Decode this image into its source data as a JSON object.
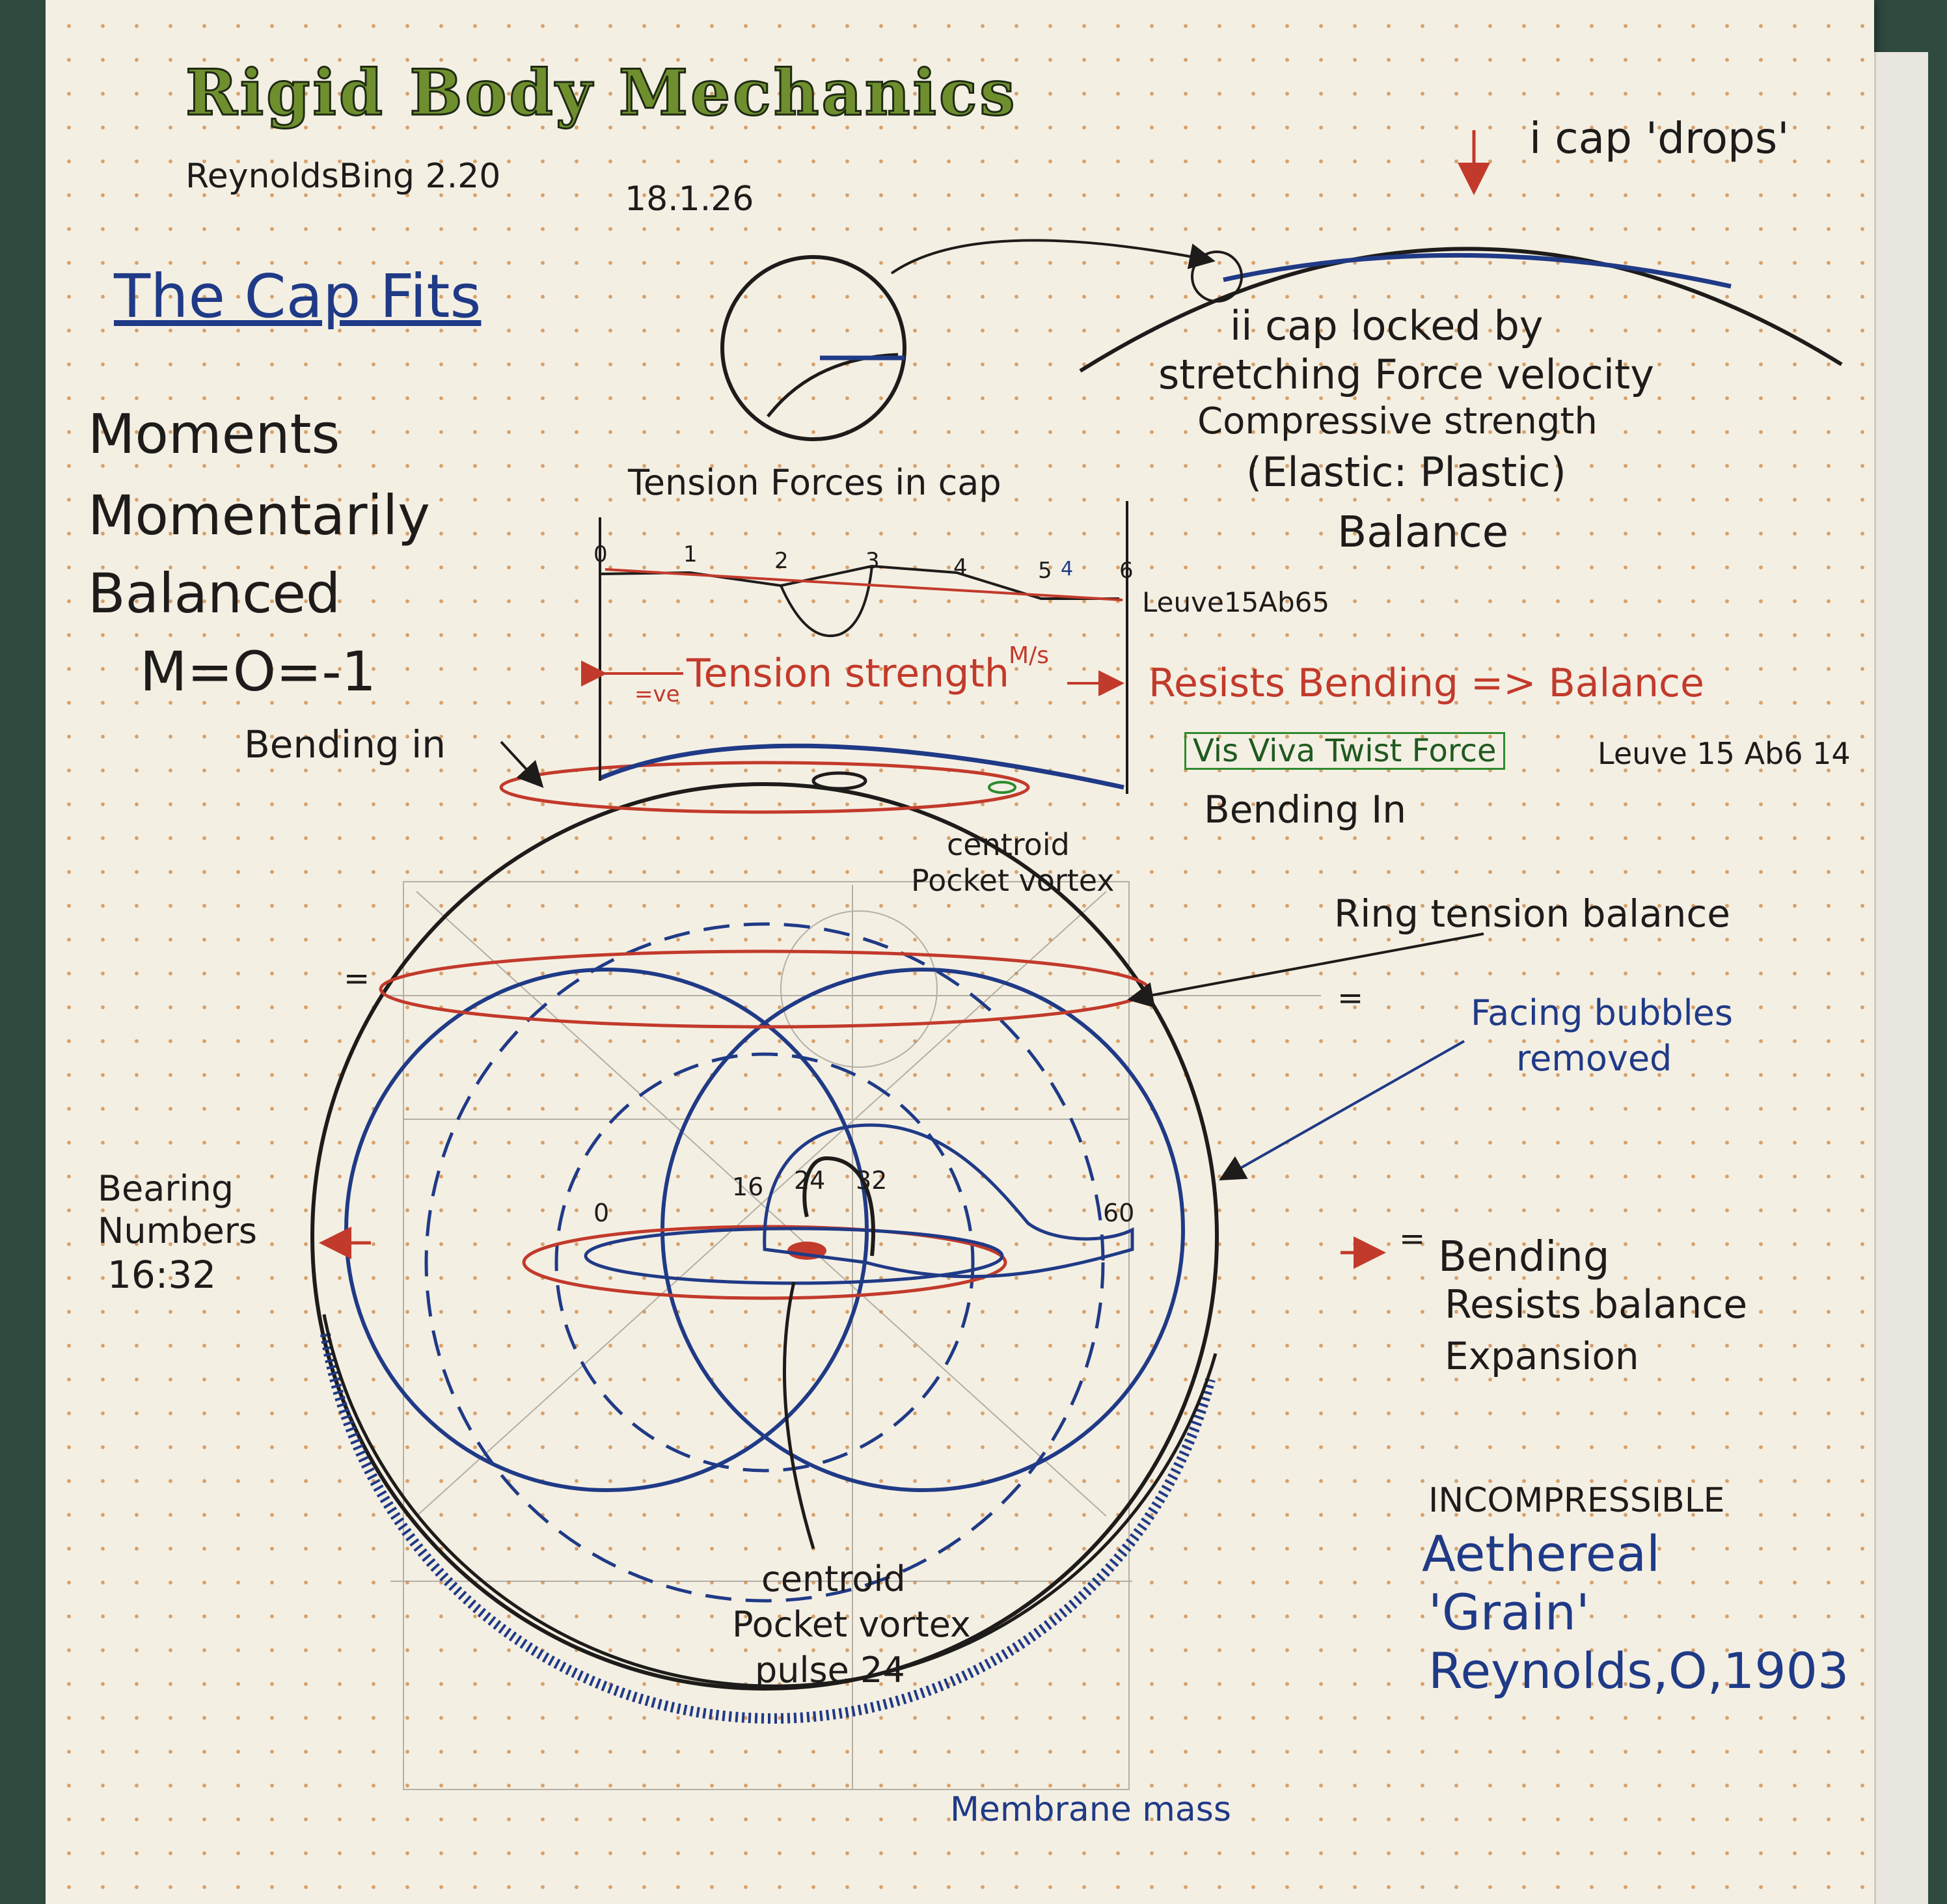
{
  "header": {
    "title": "Rigid Body Mechanics",
    "author": "ReynoldsBing 2.20",
    "date": "18.1.26",
    "subtitle": "The Cap Fits"
  },
  "left_notes": {
    "line1": "Moments",
    "line2": "Momentarily",
    "line3": "Balanced",
    "equation": "M=O=-1",
    "bending_in": "Bending in",
    "bearing1": "Bearing",
    "bearing2": "Numbers",
    "bearing3": "16:32"
  },
  "cap_notes": {
    "i_cap": "i cap 'drops'",
    "ii_line1": "ii cap locked by",
    "ii_line2": "stretching Force velocity",
    "ii_line3": "Compressive strength",
    "ii_line4": "(Elastic: Plastic)",
    "ii_line5": "Balance"
  },
  "tension": {
    "heading": "Tension Forces in cap",
    "ticks": [
      "0",
      "1",
      "2",
      "3",
      "4",
      "5",
      "6"
    ],
    "tick5_mark": "4",
    "leuve": "Leuve15Ab65",
    "ve_mark": "=ve",
    "strength": "Tension strength",
    "ms": "M/s",
    "resists": "Resists Bending => Balance"
  },
  "vis_viva": {
    "label": "Vis Viva Twist Force",
    "leuve": "Leuve 15 Ab6 14"
  },
  "centroid_top": {
    "line1": "centroid",
    "line2": "Pocket vortex"
  },
  "right_notes": {
    "bending_in": "Bending In",
    "ring": "Ring tension balance",
    "facing1": "Facing bubbles",
    "facing2": "removed",
    "bending": "Bending",
    "resists": "Resists balance",
    "expansion": "Expansion",
    "incompressible": "INCOMPRESSIBLE",
    "aethereal": "Aethereal",
    "grain": "'Grain'",
    "reynolds": "Reynolds,O,1903"
  },
  "inner_numbers": [
    "0",
    "16",
    "24",
    "32",
    "60"
  ],
  "equals": "=",
  "centroid_bottom": {
    "line1": "centroid",
    "line2": "Pocket vortex",
    "line3": "pulse 24"
  },
  "membrane": "Membrane mass",
  "colors": {
    "paper": "#f4efe3",
    "dot": "#d7a06a",
    "ink": "#1e1c1a",
    "red": "#c23a2b",
    "blue": "#1f3a86",
    "green": "#2e8a2e",
    "title": "#6f8f2e"
  }
}
